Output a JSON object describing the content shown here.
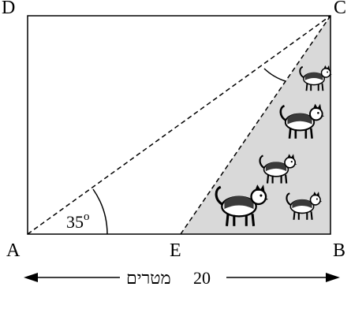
{
  "vertices": {
    "a": "A",
    "b": "B",
    "c": "C",
    "d": "D",
    "e": "E"
  },
  "angle": {
    "value": "35",
    "degree_mark": "o"
  },
  "dimension": {
    "value": "20",
    "unit": "מטרים"
  },
  "colors": {
    "shaded_region": "#d9d9d9",
    "lines": "#000000"
  },
  "icons": [
    "dog-icon",
    "dog-icon",
    "dog-icon",
    "dog-icon",
    "dog-icon"
  ]
}
